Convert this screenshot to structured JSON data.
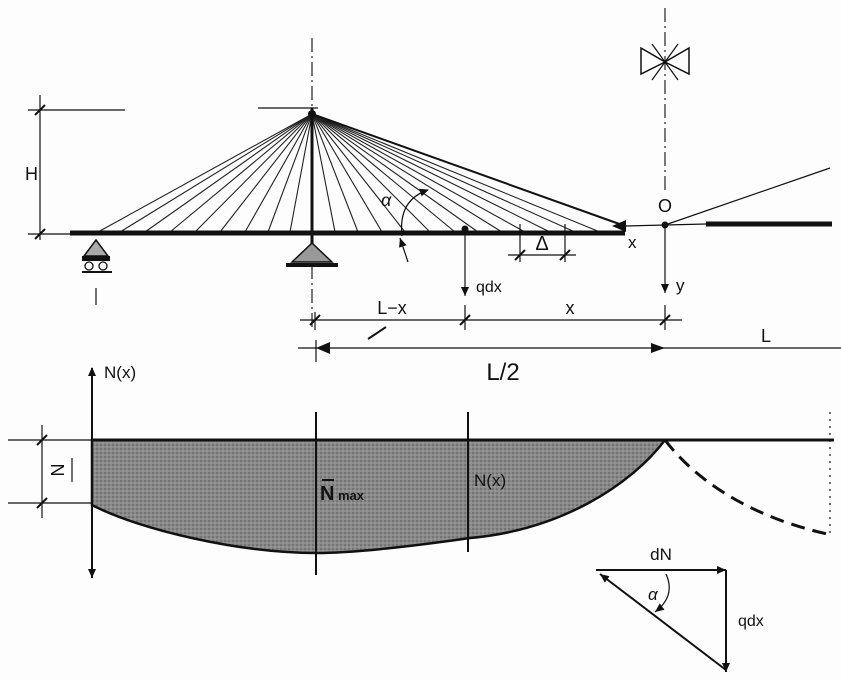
{
  "labels": {
    "H": "H",
    "alpha_top": "α",
    "delta": "Δ",
    "x_axis": "x",
    "origin": "O",
    "y_axis": "y",
    "qdx_mid": "qdx",
    "L_minus_x": "L−x",
    "x_dim": "x",
    "L_dim": "L",
    "L_half": "L/2",
    "N_of_x_axis": "N(x)",
    "N_bar": "N",
    "N_max": "N",
    "N_max_sub": "max",
    "N_x_inside": "N(x)",
    "dN": "dN",
    "alpha_tri": "α",
    "qdx_tri": "qdx"
  },
  "colors": {
    "ink": "#111111",
    "fill_diagram": "#7a7a7a",
    "background": "#fdfdfd"
  }
}
